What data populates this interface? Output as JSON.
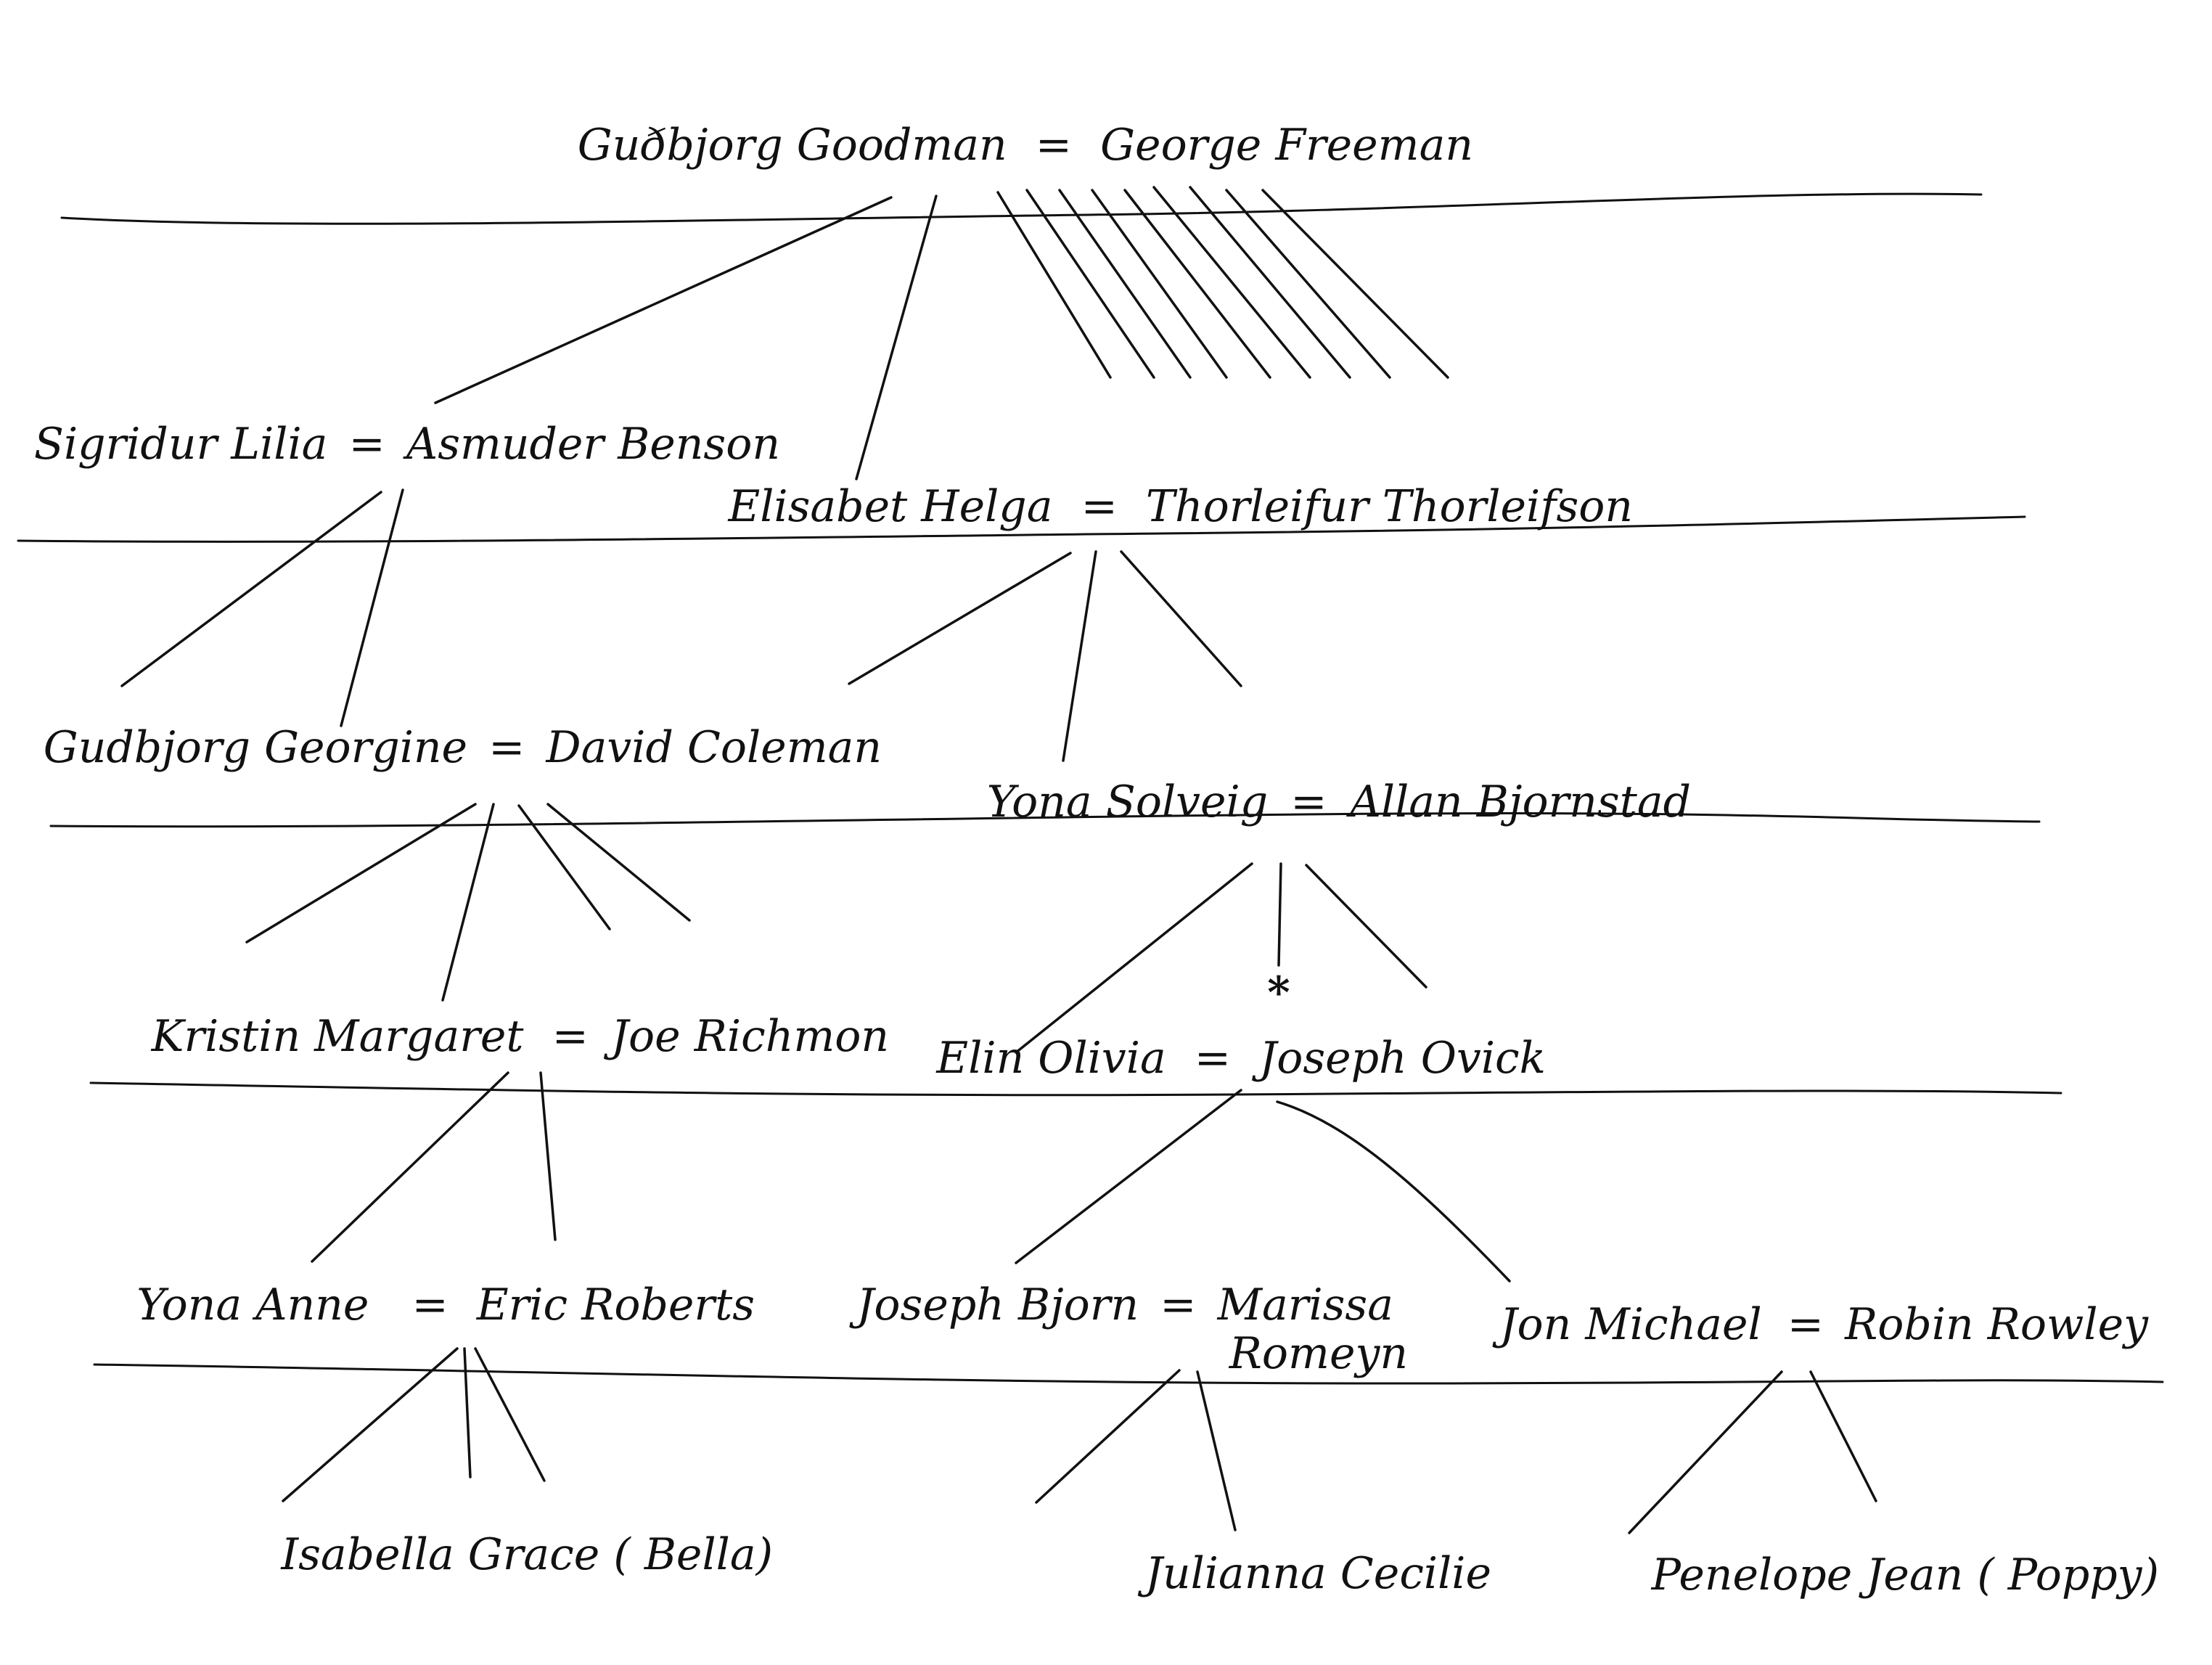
{
  "couples": {
    "gen1": {
      "person": "Guðbjorg Goodman",
      "sep": "=",
      "spouse": "George Freeman"
    },
    "gen2a": {
      "person": "Sigridur Lilia",
      "sep": "=",
      "spouse": "Asmuder Benson"
    },
    "gen2b": {
      "person": "Elisabet Helga",
      "sep": "=",
      "spouse": "Thorleifur Thorleifson"
    },
    "gen3a": {
      "person": "Gudbjorg Georgine",
      "sep": "=",
      "spouse": "David Coleman"
    },
    "gen3b": {
      "person": "Yona Solveig",
      "sep": "=",
      "spouse": "Allan Bjornstad"
    },
    "gen4a": {
      "person": "Kristin Margaret",
      "sep": "=",
      "spouse": "Joe Richmon"
    },
    "gen4b": {
      "person": "Elin Olivia",
      "sep": "=",
      "spouse": "Joseph Ovick"
    },
    "gen5a": {
      "person": "Yona Anne",
      "sep": "=",
      "spouse": "Eric Roberts"
    },
    "gen5b": {
      "person": "Joseph Bjorn",
      "sep": "=",
      "spouse_line1": "Marissa",
      "spouse_line2": "Romeyn"
    },
    "gen5c": {
      "person": "Jon Michael",
      "sep": "=",
      "spouse": "Robin Rowley"
    }
  },
  "children": {
    "gen6a": "Isabella Grace ( Bella)",
    "gen6b": "Julianna Cecilie",
    "gen6c": "Penelope Jean ( Poppy)"
  },
  "marker": "*"
}
